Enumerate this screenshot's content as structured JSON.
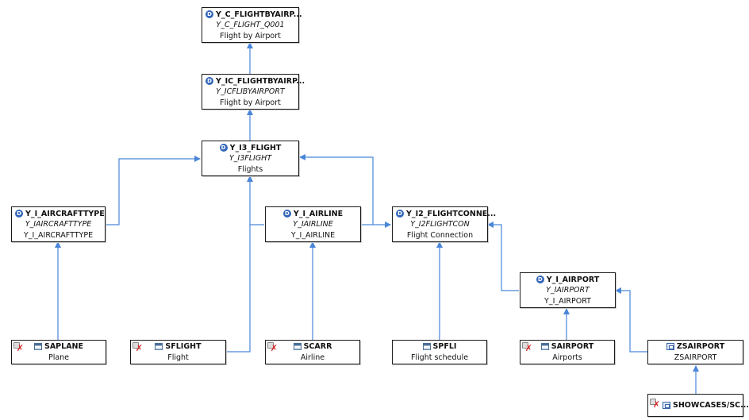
{
  "nodes": {
    "c_flightbyairport": {
      "title": "Y_C_FLIGHTBYAIRP...",
      "sub": "Y_C_FLIGHT_Q001",
      "desc": "Flight by Airport",
      "icon": "cds-view-icon"
    },
    "ic_flightbyairport": {
      "title": "Y_IC_FLIGHTBYAIRP...",
      "sub": "Y_ICFLIBYAIRPORT",
      "desc": "Flight by Airport",
      "icon": "cds-view-icon"
    },
    "i3_flight": {
      "title": "Y_I3_FLIGHT",
      "sub": "Y_I3FLIGHT",
      "desc": "Flights",
      "icon": "cds-view-icon"
    },
    "i_aircrafttype": {
      "title": "Y_I_AIRCRAFTTYPE",
      "sub": "Y_IAIRCRAFTTYPE",
      "desc": "Y_I_AIRCRAFTTYPE",
      "icon": "cds-view-icon"
    },
    "i_airline": {
      "title": "Y_I_AIRLINE",
      "sub": "Y_IAIRLINE",
      "desc": "Y_I_AIRLINE",
      "icon": "cds-view-icon"
    },
    "i2_flightconnection": {
      "title": "Y_I2_FLIGHTCONNE...",
      "sub": "Y_I2FLIGHTCON",
      "desc": "Flight Connection",
      "icon": "cds-view-icon"
    },
    "i_airport": {
      "title": "Y_I_AIRPORT",
      "sub": "Y_IAIRPORT",
      "desc": "Y_I_AIRPORT",
      "icon": "cds-view-icon"
    },
    "saplane": {
      "title": "SAPLANE",
      "desc": "Plane",
      "icon": "table-icon"
    },
    "sflight": {
      "title": "SFLIGHT",
      "desc": "Flight",
      "icon": "table-icon"
    },
    "scarr": {
      "title": "SCARR",
      "desc": "Airline",
      "icon": "table-icon"
    },
    "spfli": {
      "title": "SPFLI",
      "desc": "Flight schedule",
      "icon": "table-icon"
    },
    "sairport": {
      "title": "SAIRPORT",
      "desc": "Airports",
      "icon": "table-icon"
    },
    "zsairport": {
      "title": "ZSAIRPORT",
      "desc": "ZSAIRPORT",
      "icon": "database-view-icon"
    },
    "showcases": {
      "title": "SHOWCASES/SC...",
      "icon": "database-view-icon"
    }
  },
  "icons": {
    "cds_letter": "D",
    "no_access_mark": "✗"
  },
  "colors": {
    "edge": "#4a86d8",
    "border": "#1a1a1a",
    "cds_icon": "#3366b8",
    "no_access": "#d42020"
  }
}
